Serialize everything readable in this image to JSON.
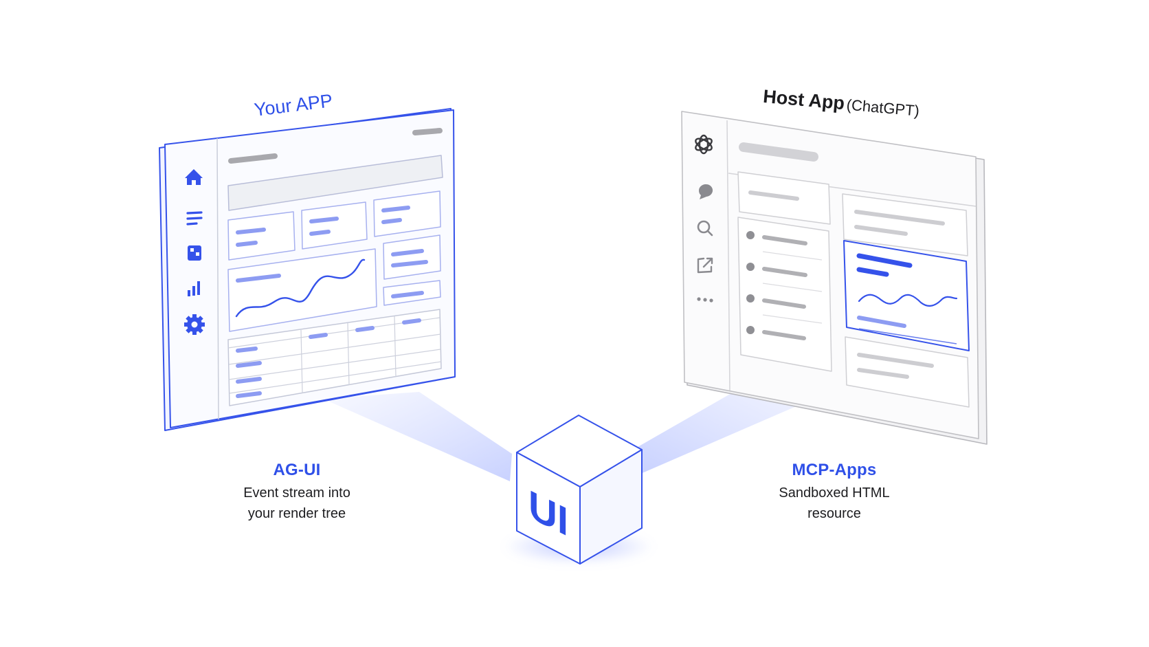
{
  "left_app": {
    "title": "Your APP"
  },
  "right_app": {
    "title": "Host App",
    "subtitle": "(ChatGPT)"
  },
  "cube": {
    "label": "UI"
  },
  "captions": {
    "left": {
      "title": "AG-UI",
      "line1": "Event stream into",
      "line2": "your render tree"
    },
    "right": {
      "title": "MCP-Apps",
      "line1": "Sandboxed HTML",
      "line2": "resource"
    }
  },
  "colors": {
    "accent": "#2f50e8",
    "accent_light": "#8d9cf2",
    "frame_gray": "#c8c8cc",
    "bar_gray": "#c9c9cc",
    "text_dark": "#1c1c1f"
  },
  "icons": {
    "left_sidebar": [
      "home-icon",
      "list-icon",
      "grid-icon",
      "bar-chart-icon",
      "gear-icon"
    ],
    "right_sidebar": [
      "openai-logo-icon",
      "chat-bubble-icon",
      "search-icon",
      "share-icon",
      "more-icon"
    ]
  }
}
